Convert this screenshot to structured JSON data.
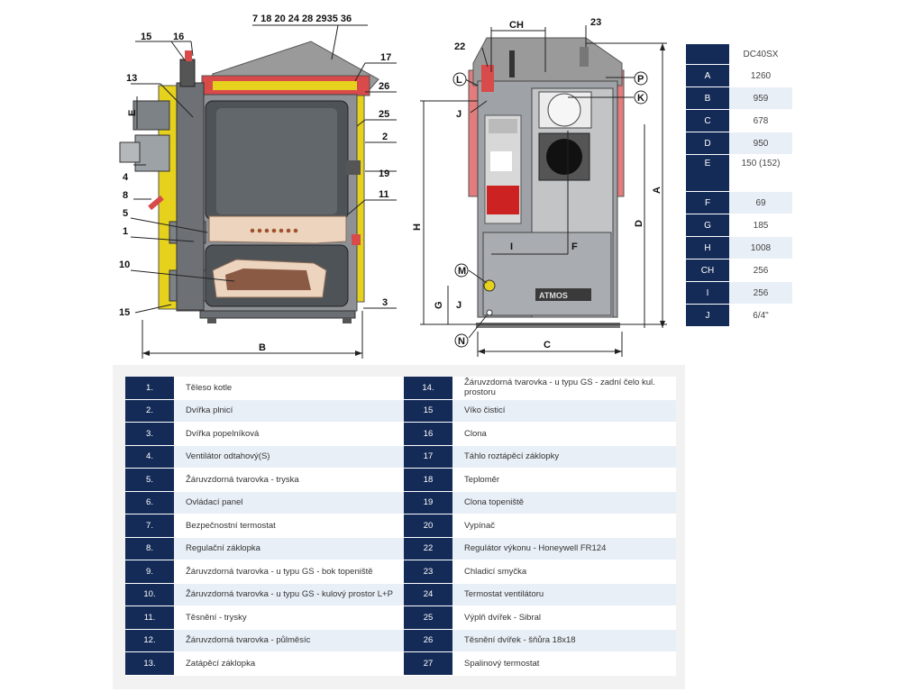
{
  "side_view": {
    "top_callouts": "7 18 20 24 28 2935 36",
    "callouts": [
      "15",
      "16",
      "13",
      "E",
      "4",
      "8",
      "5",
      "1",
      "10",
      "15",
      "17",
      "26",
      "25",
      "2",
      "19",
      "11",
      "3"
    ],
    "dim_b": "B"
  },
  "front_view": {
    "callouts": [
      "CH",
      "23",
      "22",
      "L",
      "J",
      "P",
      "K",
      "H",
      "A",
      "D",
      "I",
      "F",
      "M",
      "G",
      "J",
      "N",
      "C"
    ],
    "nameplate": "ATMOS"
  },
  "dimensions": {
    "model": "DC40SX",
    "rows": [
      {
        "k": "A",
        "v": "1260"
      },
      {
        "k": "B",
        "v": "959"
      },
      {
        "k": "C",
        "v": "678"
      },
      {
        "k": "D",
        "v": "950"
      },
      {
        "k": "E",
        "v": "150 (152)"
      },
      {
        "k": "F",
        "v": "69"
      },
      {
        "k": "G",
        "v": "185"
      },
      {
        "k": "H",
        "v": "1008"
      },
      {
        "k": "CH",
        "v": "256"
      },
      {
        "k": "I",
        "v": "256"
      },
      {
        "k": "J",
        "v": "6/4\""
      }
    ]
  },
  "legend": {
    "left": [
      {
        "n": "1.",
        "t": "Těleso kotle"
      },
      {
        "n": "2.",
        "t": "Dvířka plnicí"
      },
      {
        "n": "3.",
        "t": "Dvířka popelníková"
      },
      {
        "n": "4.",
        "t": "Ventilátor odtahový(S)"
      },
      {
        "n": "5.",
        "t": "Žáruvzdorná tvarovka - tryska"
      },
      {
        "n": "6.",
        "t": "Ovládací panel"
      },
      {
        "n": "7.",
        "t": "Bezpečnostní termostat"
      },
      {
        "n": "8.",
        "t": "Regulační záklopka"
      },
      {
        "n": "9.",
        "t": "Žáruvzdorná tvarovka - u typu GS - bok topeniště"
      },
      {
        "n": "10.",
        "t": "Žáruvzdorná tvarovka - u typu GS - kulový prostor L+P"
      },
      {
        "n": "11.",
        "t": "Těsnění - trysky"
      },
      {
        "n": "12.",
        "t": "Žáruvzdorná tvarovka - půlměsíc"
      },
      {
        "n": "13.",
        "t": "Zatápěcí záklopka"
      }
    ],
    "right": [
      {
        "n": "14.",
        "t": "Žáruvzdorná tvarovka - u typu GS - zadní čelo kul. prostoru"
      },
      {
        "n": "15",
        "t": "Víko čisticí"
      },
      {
        "n": "16",
        "t": "Clona"
      },
      {
        "n": "17",
        "t": "Táhlo roztápěcí záklopky"
      },
      {
        "n": "18",
        "t": "Teploměr"
      },
      {
        "n": "19",
        "t": "Clona topeniště"
      },
      {
        "n": "20",
        "t": "Vypínač"
      },
      {
        "n": "22",
        "t": "Regulátor výkonu - Honeywell FR124"
      },
      {
        "n": "23",
        "t": "Chladicí smyčka"
      },
      {
        "n": "24",
        "t": "Termostat ventilátoru"
      },
      {
        "n": "25",
        "t": "Výplň dvířek - Sibral"
      },
      {
        "n": "26",
        "t": "Těsnění dvířek - šňůra 18x18"
      },
      {
        "n": "27",
        "t": "Spalinový termostat"
      }
    ]
  }
}
